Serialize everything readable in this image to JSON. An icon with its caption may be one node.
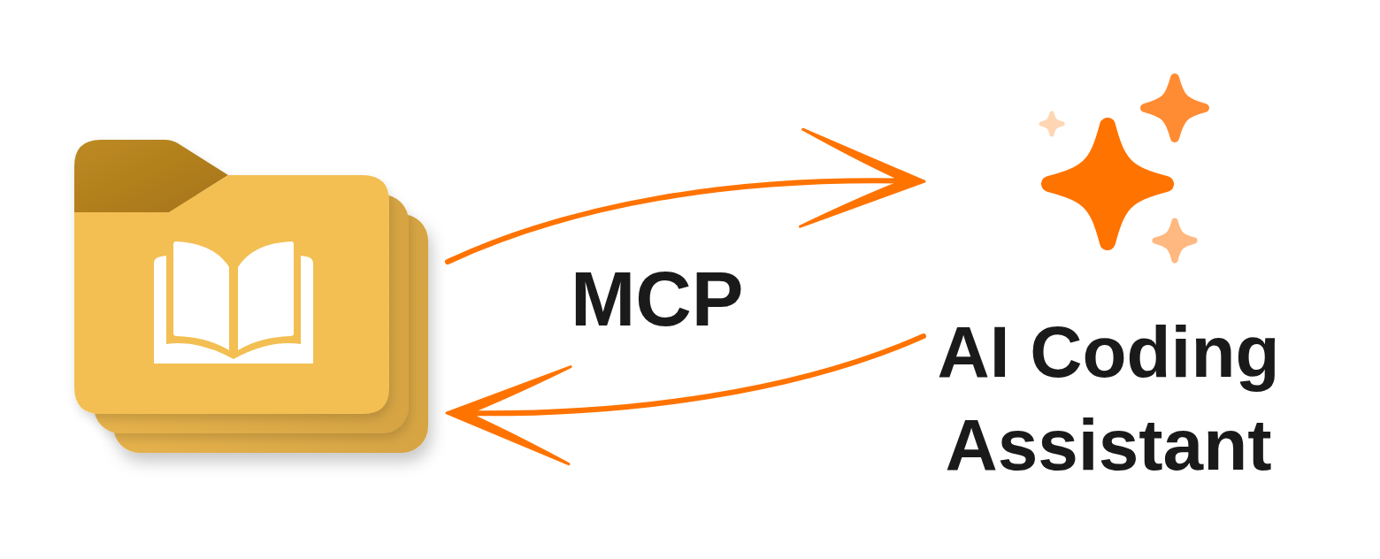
{
  "diagram": {
    "nodes": [
      {
        "text": [],
        "shape": "picture"
      },
      {
        "text": [
          "AI Coding Assistant"
        ]
      }
    ],
    "edges": [
      {
        "from": 0,
        "to": 1,
        "arrow": "to"
      },
      {
        "from": 1,
        "to": 0,
        "arrow": "to"
      }
    ],
    "labels": [
      "MCP"
    ]
  }
}
